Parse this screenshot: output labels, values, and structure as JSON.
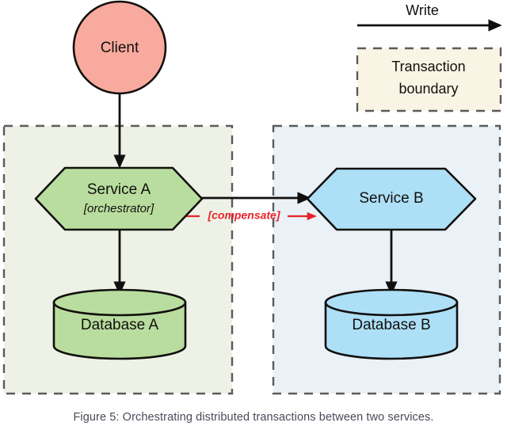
{
  "figure": {
    "caption": "Figure 5: Orchestrating distributed transactions between two services.",
    "background_color": "#ffffff"
  },
  "legend": {
    "write_label": "Write",
    "write_arrow_color": "#12100e",
    "boundary_label_line1": "Transaction",
    "boundary_label_line2": "boundary",
    "boundary_fill": "#faf4e4",
    "boundary_stroke": "#5b5b5b"
  },
  "containers": [
    {
      "id": "left-transaction-boundary",
      "fill": "#eef2e6",
      "stroke": "#5b5b5b",
      "style": "dashed"
    },
    {
      "id": "right-transaction-boundary",
      "fill": "#eaf1f7",
      "stroke": "#5b5b5b",
      "style": "dashed"
    }
  ],
  "nodes": {
    "client": {
      "label": "Client",
      "shape": "circle",
      "fill": "#f9aa9e",
      "stroke": "#12100e"
    },
    "service_a": {
      "label": "Service A",
      "sublabel": "[orchestrator]",
      "shape": "hexagon",
      "fill": "#b9dd9e",
      "stroke": "#12100e"
    },
    "service_b": {
      "label": "Service B",
      "sublabel": "",
      "shape": "hexagon",
      "fill": "#ade0f7",
      "stroke": "#12100e"
    },
    "database_a": {
      "label": "Database A",
      "shape": "cylinder",
      "fill": "#b9dd9e",
      "stroke": "#12100e"
    },
    "database_b": {
      "label": "Database B",
      "shape": "cylinder",
      "fill": "#ade0f7",
      "stroke": "#12100e"
    }
  },
  "edges": {
    "client_to_service_a": {
      "label": "",
      "color": "#12100e",
      "style": "solid"
    },
    "service_a_to_database_a": {
      "label": "",
      "color": "#12100e",
      "style": "solid"
    },
    "service_a_to_service_b": {
      "label": "",
      "color": "#12100e",
      "style": "solid"
    },
    "compensate": {
      "label": "[compensate]",
      "color": "#e8232a",
      "style": "solid"
    },
    "service_b_to_database_b": {
      "label": "",
      "color": "#12100e",
      "style": "solid"
    }
  }
}
